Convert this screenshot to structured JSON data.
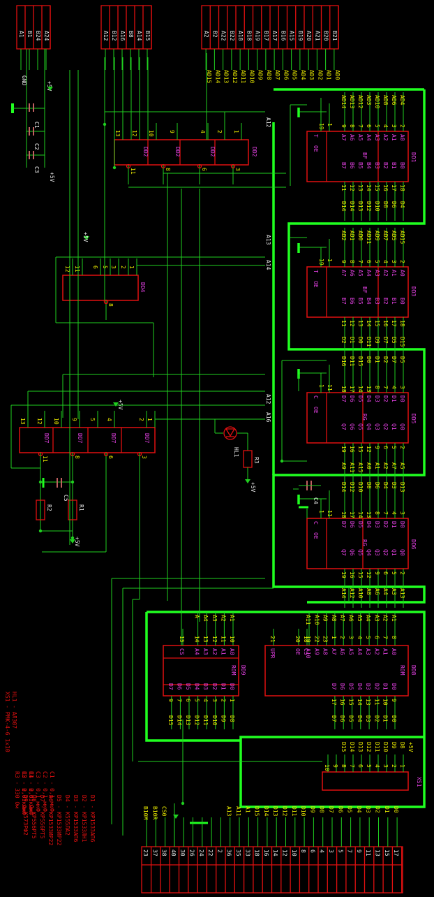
{
  "top_connectors": {
    "left": [
      "A1",
      "B1",
      "B24",
      "A24"
    ],
    "mid": [
      "A12",
      "B12",
      "A16",
      "B8",
      "A14",
      "B15"
    ],
    "right": [
      "A2",
      "B2",
      "A22",
      "B22",
      "A18",
      "B18",
      "A19",
      "B17",
      "A17",
      "B16",
      "A15",
      "B19",
      "A20",
      "A21",
      "B20",
      "B21"
    ]
  },
  "ad_lines_top": [
    "AD15",
    "AD14",
    "AD13",
    "AD12",
    "AD11",
    "AD10",
    "AD9",
    "AD8",
    "AD7",
    "AD6",
    "AD5",
    "AD4",
    "AD3",
    "AD2",
    "AD1",
    "AD0"
  ],
  "power": {
    "gnd": "GND",
    "vcc": "+5V"
  },
  "caps_left": [
    "C1",
    "C2",
    "C3"
  ],
  "dd1": {
    "name": "DD1",
    "type": "BF",
    "in": [
      "A0",
      "A1",
      "A2",
      "A3",
      "A4",
      "A5",
      "A6",
      "A7"
    ],
    "out": [
      "B0",
      "B1",
      "B2",
      "B3",
      "B4",
      "B5",
      "B6",
      "B7"
    ],
    "ctrl": [
      "T",
      "OE"
    ],
    "ad_in": [
      "AD4",
      "AD6",
      "AD8",
      "AD10",
      "AD3",
      "AD12",
      "AD13",
      "AD14"
    ],
    "d_out": [
      "D4",
      "D6",
      "D8",
      "D10",
      "D12",
      "D13",
      "D14",
      "D14"
    ],
    "pins_in": [
      "2",
      "3",
      "4",
      "5",
      "6",
      "7",
      "8",
      "9"
    ],
    "pins_out": [
      "18",
      "17",
      "16",
      "15",
      "14",
      "13",
      "12",
      "11"
    ],
    "pins_ctrl": [
      "1",
      "19"
    ]
  },
  "dd3": {
    "name": "DD3",
    "type": "BF",
    "in": [
      "A0",
      "A1",
      "A2",
      "A3",
      "A4",
      "A5",
      "A6",
      "A7"
    ],
    "out": [
      "B0",
      "B1",
      "B2",
      "B3",
      "B4",
      "B5",
      "B6",
      "B7"
    ],
    "ctrl": [
      "T",
      "OE"
    ],
    "ad_in": [
      "AD15",
      "AD5",
      "AD7",
      "AD9",
      "AD11",
      "AD0",
      "AD1",
      "AD2"
    ],
    "d_out": [
      "D15",
      "D5",
      "D7",
      "D9",
      "D11",
      "D0",
      "D1",
      "D2"
    ],
    "pins_in": [
      "2",
      "3",
      "4",
      "5",
      "6",
      "7",
      "8",
      "9"
    ],
    "pins_out": [
      "18",
      "17",
      "16",
      "15",
      "14",
      "13",
      "12",
      "11"
    ],
    "pins_ctrl": [
      "1",
      "19"
    ]
  },
  "dd5": {
    "name": "DD5",
    "type": "RG",
    "in": [
      "D0",
      "D1",
      "D2",
      "D3",
      "D4",
      "D5",
      "D6",
      "D7"
    ],
    "out": [
      "Q0",
      "Q1",
      "Q2",
      "Q3",
      "Q4",
      "Q5",
      "Q6",
      "Q7"
    ],
    "ctrl": [
      "C",
      "OE"
    ],
    "d_in": [
      "D5",
      "D7",
      "D2",
      "D1",
      "D0",
      "D15",
      "D11",
      "D16"
    ],
    "a_out": [
      "A5",
      "A7",
      "A2",
      "A1",
      "A0",
      "A15",
      "A11",
      "A9"
    ],
    "pins_in": [
      "3",
      "4",
      "7",
      "8",
      "13",
      "14",
      "17",
      "18"
    ],
    "pins_out": [
      "2",
      "5",
      "6",
      "9",
      "12",
      "15",
      "16",
      "19"
    ],
    "pins_ctrl": [
      "11",
      "1"
    ]
  },
  "dd6": {
    "name": "DD6",
    "type": "RG",
    "in": [
      "D0",
      "D1",
      "D2",
      "D3",
      "D4",
      "D5",
      "D6",
      "D7"
    ],
    "out": [
      "Q0",
      "Q1",
      "Q2",
      "Q3",
      "Q4",
      "Q5",
      "Q6",
      "Q7"
    ],
    "ctrl": [
      "C",
      "OE"
    ],
    "d_in": [
      "D13",
      "D3",
      "D4",
      "D6",
      "D8",
      "D10",
      "D12",
      "D14"
    ],
    "a_out": [
      "A13",
      "A3",
      "A4",
      "A6",
      "A8",
      "A10",
      "A12",
      "A14"
    ],
    "pins_in": [
      "3",
      "4",
      "7",
      "8",
      "13",
      "14",
      "17",
      "18"
    ],
    "pins_out": [
      "2",
      "5",
      "6",
      "9",
      "12",
      "15",
      "16",
      "19"
    ],
    "pins_ctrl": [
      "11",
      "1"
    ]
  },
  "dd2": {
    "name": "DD2",
    "pins": [
      "13",
      "12",
      "10",
      "9",
      "4",
      "2",
      "1",
      "11",
      "8",
      "6",
      "3"
    ]
  },
  "dd4": {
    "name": "DD4",
    "pins": [
      "12",
      "11",
      "6",
      "5",
      "3",
      "2",
      "1",
      "8"
    ]
  },
  "dd7": {
    "name": "DD7",
    "pins": [
      "13",
      "12",
      "10",
      "9",
      "5",
      "4",
      "2",
      "1",
      "11",
      "8",
      "6",
      "3"
    ]
  },
  "dd8": {
    "name": "DD8",
    "type": "ROM",
    "addr_labels": [
      "A0",
      "A1",
      "A2",
      "A3",
      "A4",
      "A5",
      "A6",
      "A7",
      "A8",
      "A9",
      "A10"
    ],
    "addr_pins": [
      "8",
      "7",
      "6",
      "5",
      "4",
      "3",
      "2",
      "1",
      "23",
      "22",
      "19"
    ],
    "addr_nets": [
      "A1",
      "A2",
      "A3",
      "A4",
      "A5",
      "A6",
      "A7",
      "A8",
      "A9",
      "A10",
      "A11"
    ],
    "data_labels": [
      "D0",
      "D1",
      "D2",
      "D3",
      "D4",
      "D5",
      "D6",
      "D7"
    ],
    "data_pins": [
      "9",
      "10",
      "11",
      "13",
      "14",
      "15",
      "16",
      "17"
    ],
    "data_nets": [
      "D0",
      "D1",
      "D2",
      "D3",
      "D4",
      "D5",
      "D6",
      "D7"
    ],
    "ctrl": [
      "UPR",
      "OE",
      "CS"
    ],
    "ctrl_pins": [
      "21",
      "20",
      "18"
    ]
  },
  "dd9": {
    "name": "DD9",
    "type": "ROM",
    "addr_labels": [
      "A0",
      "A1",
      "A2",
      "A3",
      "A4"
    ],
    "addr_pins": [
      "10",
      "11",
      "12",
      "13",
      "14"
    ],
    "addr_nets": [
      "A1",
      "A2",
      "A3",
      "A4",
      "A"
    ],
    "data_labels": [
      "D0",
      "D1",
      "D2",
      "D3",
      "D4",
      "D5",
      "D6",
      "D7"
    ],
    "data_pins": [
      "1",
      "2",
      "3",
      "4",
      "5",
      "6",
      "7",
      "9"
    ],
    "data_nets": [
      "D8",
      "D9",
      "D10",
      "D11",
      "D12",
      "D13",
      "D14",
      "D15"
    ],
    "ctrl": [
      "CS"
    ],
    "ctrl_pins": [
      "15"
    ]
  },
  "xs1": {
    "name": "XS1",
    "pins": [
      "1",
      "2",
      "3",
      "4",
      "5",
      "6",
      "7",
      "8",
      "9",
      "10"
    ],
    "nets": [
      "+5V",
      "D8",
      "D9",
      "D10",
      "D11",
      "D12",
      "D13",
      "D14",
      "D15"
    ]
  },
  "labels_misc": {
    "a12": "A12",
    "a13": "A13",
    "a14": "A14",
    "a12b": "A12",
    "a16b": "A16",
    "r3": "R3",
    "hl1": "HL1",
    "c4": "C4",
    "c5": "C5",
    "r1": "R1",
    "r2": "R2",
    "plus5": "+5V",
    "a": "A",
    "cs0": "CS0"
  },
  "bottom_connector": {
    "top_labels": [
      "B10M",
      "B10R",
      "CS0",
      "",
      "",
      "",
      "",
      "",
      "",
      "A13",
      "A11",
      "A1",
      "D15",
      "D14",
      "D13",
      "D12",
      "D11",
      "D10",
      "D9",
      "D8",
      "D7",
      "D6",
      "D5",
      "D4",
      "D3",
      "D2",
      "D1",
      "D0"
    ],
    "pins": [
      "23",
      "37",
      "38",
      "40",
      "30",
      "26",
      "24",
      "22",
      "2",
      "36",
      "35",
      "33",
      "18",
      "16",
      "14",
      "12",
      "10",
      "8",
      "6",
      "4",
      "3",
      "5",
      "7",
      "9",
      "11",
      "13",
      "15",
      "17"
    ]
  },
  "legend_parts": [
    "D1 - KP1533AП6",
    "D2 - KP1533ЛН1",
    "D3 - KP1533AП6",
    "D4 - K555ЛА2",
    "D5 - KP1533ИР22",
    "D6 - KP1533ИР22",
    "D7 - KP556PT5",
    "D8 - KP556PT5",
    "D9 - K573PФ2"
  ],
  "legend_caps": [
    "C1 - 0,1 мкФ",
    "C2 - 0,1 мкФ",
    "C3 - 0,1 мкФ",
    "C4 - 0,01 мкФ",
    "C5 - 0,01 мкФ"
  ],
  "legend_res": [
    "R1 - 2,0 кОм",
    "R2 - 2,0 кОм",
    "R3 - 330 Ом"
  ],
  "legend_misc": [
    "HL1 - АЛ307",
    "XS1 - РМК-4-6 1x10"
  ],
  "colors": {
    "chip": "#e01010",
    "wire": "#20d020",
    "bus": "#20ff20",
    "pinlabel": "#e8e800",
    "signal": "#e040e0"
  }
}
